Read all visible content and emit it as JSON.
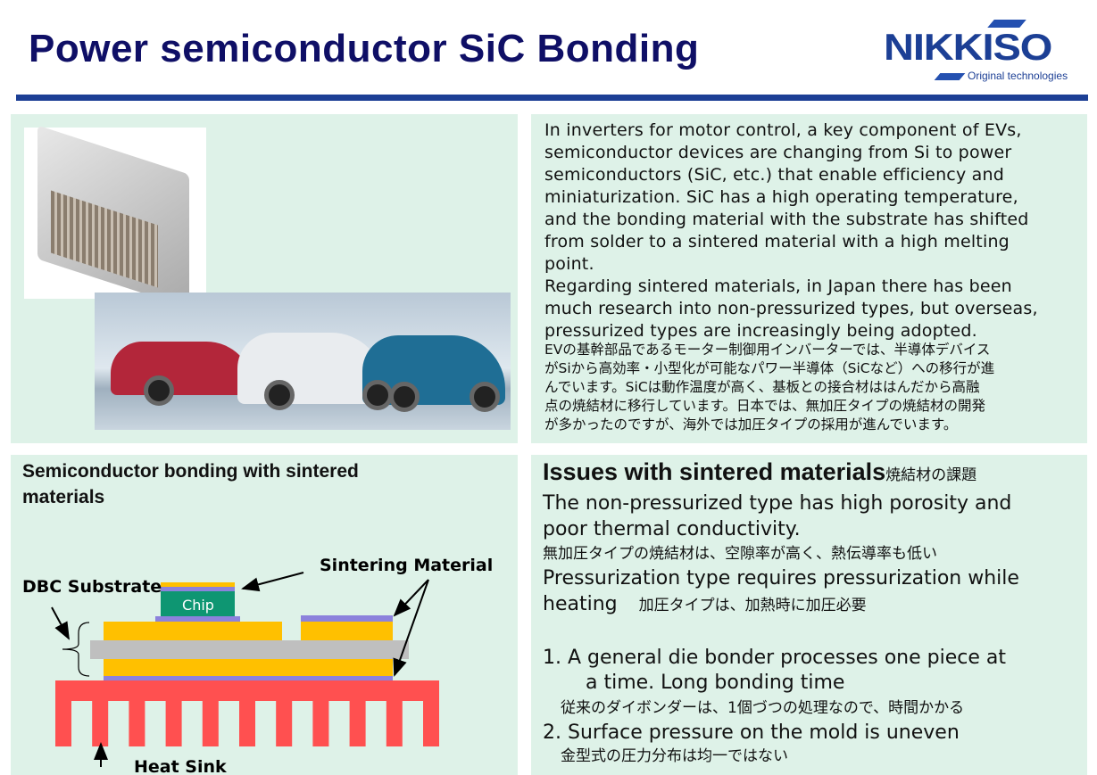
{
  "title": "Power semiconductor SiC Bonding",
  "logo": {
    "name": "NIKKISO",
    "tagline": "Original technologies"
  },
  "intro": {
    "en_lines": [
      "In inverters for motor control, a key component of EVs,",
      "semiconductor devices are changing from Si to power",
      "semiconductors (SiC, etc.) that enable efficiency and",
      "miniaturization. SiC has a high operating temperature,",
      "and the bonding material with the substrate has shifted",
      "from solder to a sintered material with a high melting",
      "point.",
      "Regarding sintered materials, in Japan there has been",
      "much research into non-pressurized types, but overseas,",
      "pressurized types are increasingly being adopted."
    ],
    "jp_lines": [
      "EVの基幹部品であるモーター制御用インバーターでは、半導体デバイス",
      "がSiから高効率・小型化が可能なパワー半導体（SiCなど）への移行が進",
      "んでいます。SiCは動作温度が高く、基板との接合材ははんだから高融",
      "点の焼結材に移行しています。日本では、無加圧タイプの焼結材の開発",
      "が多かったのですが、海外では加圧タイプの採用が進んでいます。"
    ]
  },
  "diagram": {
    "heading_lines": [
      "Semiconductor bonding with sintered",
      "materials"
    ],
    "labels": {
      "sintering": "Sintering Material",
      "dbc": "DBC Substrate",
      "chip": "Chip",
      "heatsink": "Heat Sink"
    },
    "colors": {
      "gold": "#ffc000",
      "purple": "#8c82dc",
      "chip": "#0e9672",
      "ceramic": "#bfbfbf",
      "heatsink": "#ff5050"
    }
  },
  "issues": {
    "heading": "Issues with sintered materials",
    "heading_jp": "焼結材の課題",
    "p1": [
      "The non-pressurized type has high porosity and",
      "poor thermal conductivity."
    ],
    "p1_jp": "無加圧タイプの焼結材は、空隙率が高く、熱伝導率も低い",
    "p2": [
      "Pressurization type requires pressurization while",
      "heating"
    ],
    "p2_jp": "加圧タイプは、加熱時に加圧必要",
    "items": [
      {
        "num": "1.",
        "lines": [
          "A general die bonder processes one piece at",
          "a time.   Long bonding time"
        ],
        "jp": "従来のダイボンダーは、1個づつの処理なので、時間かかる"
      },
      {
        "num": "2.",
        "lines": [
          "Surface pressure on the mold is uneven"
        ],
        "jp": "金型式の圧力分布は均一ではない"
      }
    ]
  }
}
